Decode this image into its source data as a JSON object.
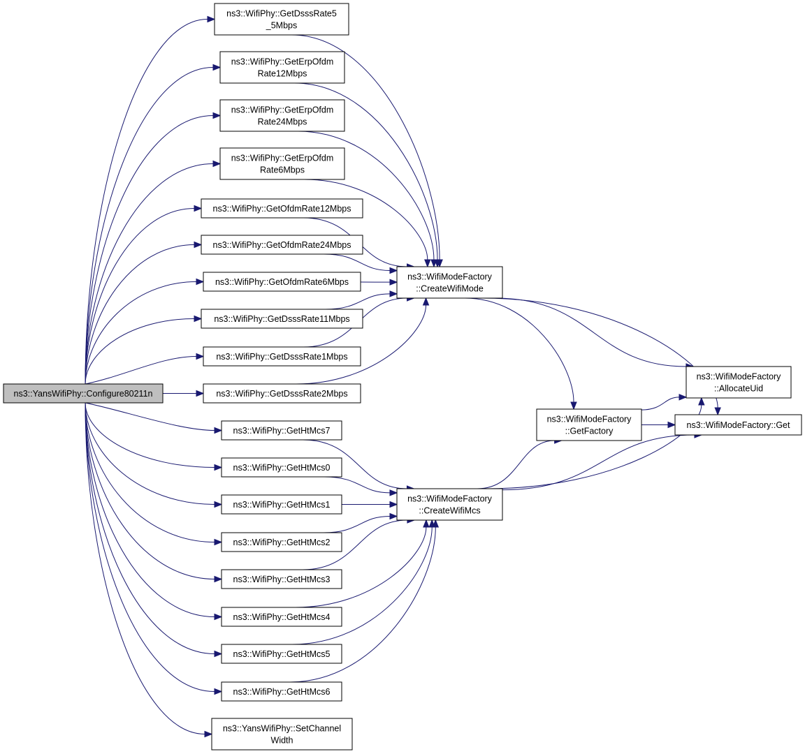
{
  "diagram": {
    "kind": "call graph",
    "edge_color": "#191970",
    "root_fill": "#bfbfbf",
    "node_fill": "#ffffff",
    "nodes": [
      {
        "id": "root",
        "lines": [
          "ns3::YansWifiPhy::Configure80211n"
        ],
        "role": "root"
      },
      {
        "id": "d55",
        "lines": [
          "ns3::WifiPhy::GetDsssRate5",
          "_5Mbps"
        ]
      },
      {
        "id": "e12",
        "lines": [
          "ns3::WifiPhy::GetErpOfdm",
          "Rate12Mbps"
        ]
      },
      {
        "id": "e24",
        "lines": [
          "ns3::WifiPhy::GetErpOfdm",
          "Rate24Mbps"
        ]
      },
      {
        "id": "e6",
        "lines": [
          "ns3::WifiPhy::GetErpOfdm",
          "Rate6Mbps"
        ]
      },
      {
        "id": "o12",
        "lines": [
          "ns3::WifiPhy::GetOfdmRate12Mbps"
        ]
      },
      {
        "id": "o24",
        "lines": [
          "ns3::WifiPhy::GetOfdmRate24Mbps"
        ]
      },
      {
        "id": "o6",
        "lines": [
          "ns3::WifiPhy::GetOfdmRate6Mbps"
        ]
      },
      {
        "id": "d11",
        "lines": [
          "ns3::WifiPhy::GetDsssRate11Mbps"
        ]
      },
      {
        "id": "d1",
        "lines": [
          "ns3::WifiPhy::GetDsssRate1Mbps"
        ]
      },
      {
        "id": "d2",
        "lines": [
          "ns3::WifiPhy::GetDsssRate2Mbps"
        ]
      },
      {
        "id": "h7",
        "lines": [
          "ns3::WifiPhy::GetHtMcs7"
        ]
      },
      {
        "id": "h0",
        "lines": [
          "ns3::WifiPhy::GetHtMcs0"
        ]
      },
      {
        "id": "h1",
        "lines": [
          "ns3::WifiPhy::GetHtMcs1"
        ]
      },
      {
        "id": "h2",
        "lines": [
          "ns3::WifiPhy::GetHtMcs2"
        ]
      },
      {
        "id": "h3",
        "lines": [
          "ns3::WifiPhy::GetHtMcs3"
        ]
      },
      {
        "id": "h4",
        "lines": [
          "ns3::WifiPhy::GetHtMcs4"
        ]
      },
      {
        "id": "h5",
        "lines": [
          "ns3::WifiPhy::GetHtMcs5"
        ]
      },
      {
        "id": "h6",
        "lines": [
          "ns3::WifiPhy::GetHtMcs6"
        ]
      },
      {
        "id": "scw",
        "lines": [
          "ns3::YansWifiPhy::SetChannel",
          "Width"
        ]
      },
      {
        "id": "cwm",
        "lines": [
          "ns3::WifiModeFactory",
          "::CreateWifiMode"
        ]
      },
      {
        "id": "cwmcs",
        "lines": [
          "ns3::WifiModeFactory",
          "::CreateWifiMcs"
        ]
      },
      {
        "id": "gf",
        "lines": [
          "ns3::WifiModeFactory",
          "::GetFactory"
        ]
      },
      {
        "id": "au",
        "lines": [
          "ns3::WifiModeFactory",
          "::AllocateUid"
        ]
      },
      {
        "id": "get",
        "lines": [
          "ns3::WifiModeFactory::Get"
        ]
      }
    ],
    "edges": [
      [
        "root",
        "d55"
      ],
      [
        "root",
        "e12"
      ],
      [
        "root",
        "e24"
      ],
      [
        "root",
        "e6"
      ],
      [
        "root",
        "o12"
      ],
      [
        "root",
        "o24"
      ],
      [
        "root",
        "o6"
      ],
      [
        "root",
        "d11"
      ],
      [
        "root",
        "d1"
      ],
      [
        "root",
        "d2"
      ],
      [
        "root",
        "h7"
      ],
      [
        "root",
        "h0"
      ],
      [
        "root",
        "h1"
      ],
      [
        "root",
        "h2"
      ],
      [
        "root",
        "h3"
      ],
      [
        "root",
        "h4"
      ],
      [
        "root",
        "h5"
      ],
      [
        "root",
        "h6"
      ],
      [
        "root",
        "scw"
      ],
      [
        "d55",
        "cwm"
      ],
      [
        "e12",
        "cwm"
      ],
      [
        "e24",
        "cwm"
      ],
      [
        "e6",
        "cwm"
      ],
      [
        "o12",
        "cwm"
      ],
      [
        "o24",
        "cwm"
      ],
      [
        "o6",
        "cwm"
      ],
      [
        "d11",
        "cwm"
      ],
      [
        "d1",
        "cwm"
      ],
      [
        "d2",
        "cwm"
      ],
      [
        "h7",
        "cwmcs"
      ],
      [
        "h0",
        "cwmcs"
      ],
      [
        "h1",
        "cwmcs"
      ],
      [
        "h2",
        "cwmcs"
      ],
      [
        "h3",
        "cwmcs"
      ],
      [
        "h4",
        "cwmcs"
      ],
      [
        "h5",
        "cwmcs"
      ],
      [
        "h6",
        "cwmcs"
      ],
      [
        "cwm",
        "au"
      ],
      [
        "cwm",
        "get"
      ],
      [
        "cwm",
        "gf"
      ],
      [
        "cwmcs",
        "au"
      ],
      [
        "cwmcs",
        "gf"
      ],
      [
        "cwmcs",
        "get"
      ],
      [
        "gf",
        "au"
      ],
      [
        "gf",
        "get"
      ]
    ]
  }
}
